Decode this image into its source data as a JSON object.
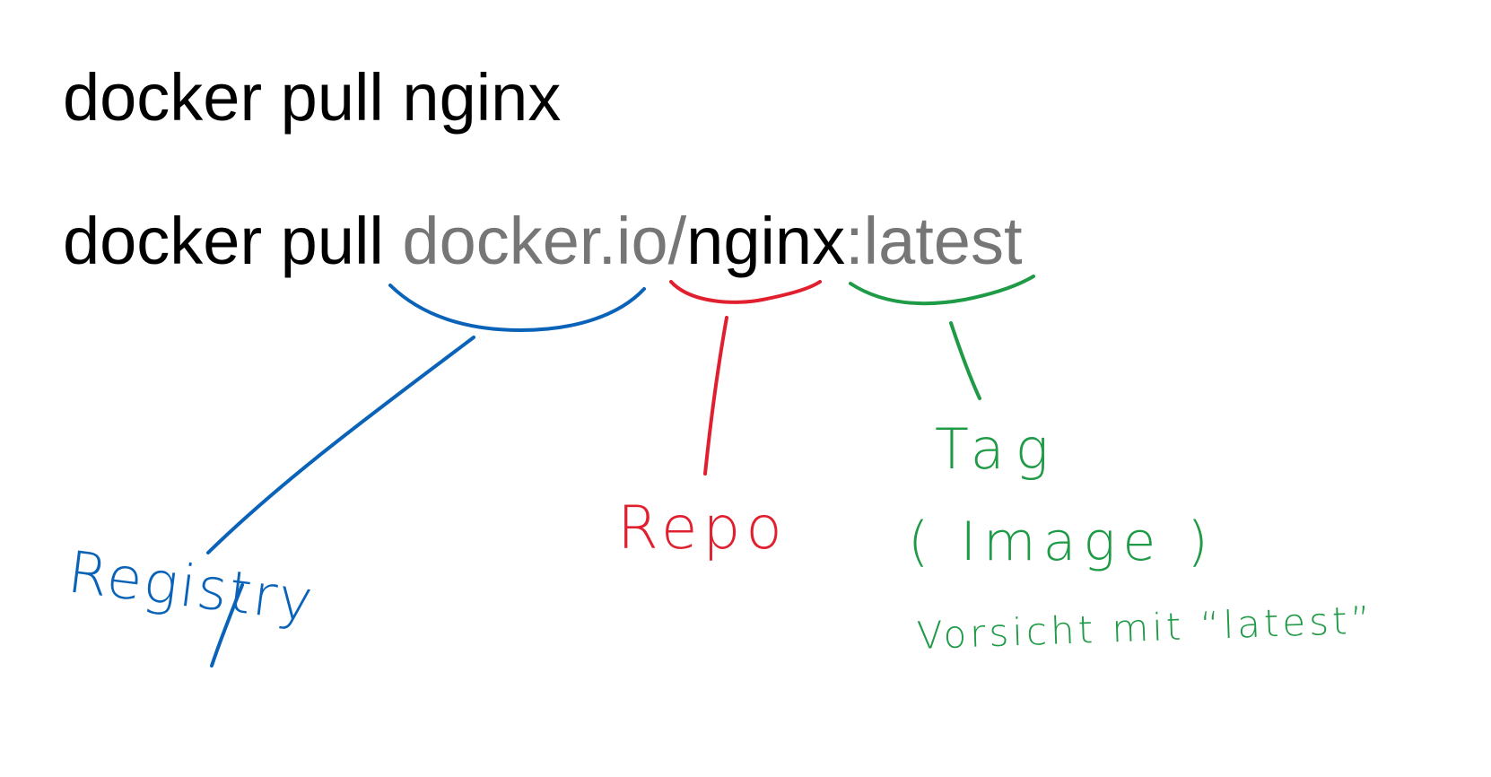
{
  "commands": {
    "simple": {
      "parts": [
        {
          "text": "docker pull nginx",
          "role": "command"
        }
      ]
    },
    "full": {
      "parts": [
        {
          "text": "docker pull ",
          "role": "command"
        },
        {
          "text": "docker.io/",
          "role": "registry"
        },
        {
          "text": "nginx",
          "role": "repo"
        },
        {
          "text": ":latest",
          "role": "tag"
        }
      ]
    }
  },
  "annotations": {
    "registry": "Registry",
    "repo": "Repo",
    "tag": "Tag",
    "image": "( Image )",
    "note": "Vorsicht mit “latest”"
  },
  "colors": {
    "command_text": "#000000",
    "muted_text": "#767676",
    "registry": "#0a63b8",
    "repo": "#e0202f",
    "tag": "#1f9a46"
  }
}
